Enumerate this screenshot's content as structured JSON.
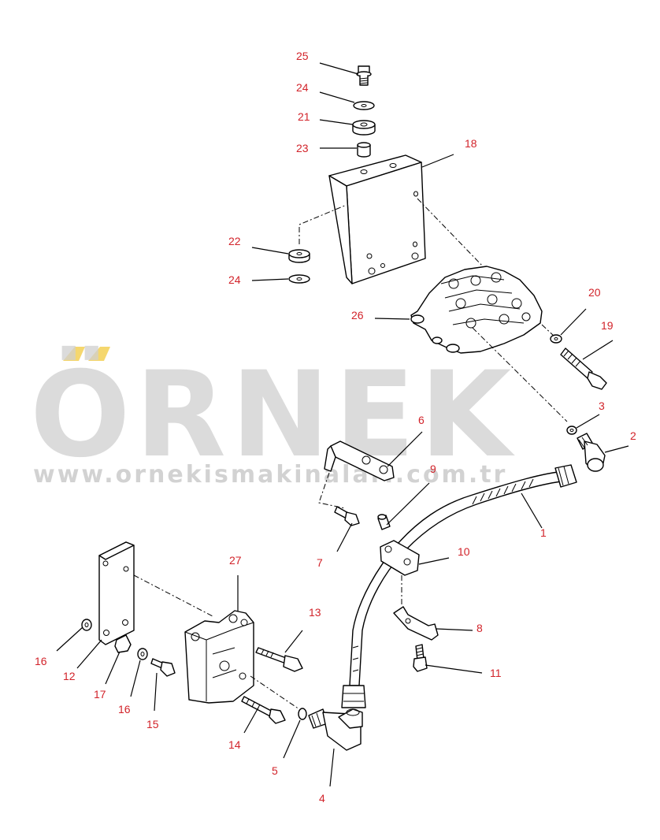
{
  "watermark": {
    "brand": "ÖRNEK",
    "url": "www.ornekismakinalari.com.tr",
    "accent_color": "#f5d76e",
    "text_color": "#c8c8c8"
  },
  "callout_color": "#d2232a",
  "callouts": [
    {
      "id": "25",
      "label": "25"
    },
    {
      "id": "24a",
      "label": "24"
    },
    {
      "id": "21",
      "label": "21"
    },
    {
      "id": "23",
      "label": "23"
    },
    {
      "id": "18",
      "label": "18"
    },
    {
      "id": "22",
      "label": "22"
    },
    {
      "id": "24b",
      "label": "24"
    },
    {
      "id": "26",
      "label": "26"
    },
    {
      "id": "20",
      "label": "20"
    },
    {
      "id": "19",
      "label": "19"
    },
    {
      "id": "3",
      "label": "3"
    },
    {
      "id": "2",
      "label": "2"
    },
    {
      "id": "6",
      "label": "6"
    },
    {
      "id": "9",
      "label": "9"
    },
    {
      "id": "1",
      "label": "1"
    },
    {
      "id": "7",
      "label": "7"
    },
    {
      "id": "10",
      "label": "10"
    },
    {
      "id": "27",
      "label": "27"
    },
    {
      "id": "13",
      "label": "13"
    },
    {
      "id": "8",
      "label": "8"
    },
    {
      "id": "16a",
      "label": "16"
    },
    {
      "id": "12",
      "label": "12"
    },
    {
      "id": "17",
      "label": "17"
    },
    {
      "id": "16b",
      "label": "16"
    },
    {
      "id": "15",
      "label": "15"
    },
    {
      "id": "11",
      "label": "11"
    },
    {
      "id": "14",
      "label": "14"
    },
    {
      "id": "5",
      "label": "5"
    },
    {
      "id": "4",
      "label": "4"
    }
  ]
}
